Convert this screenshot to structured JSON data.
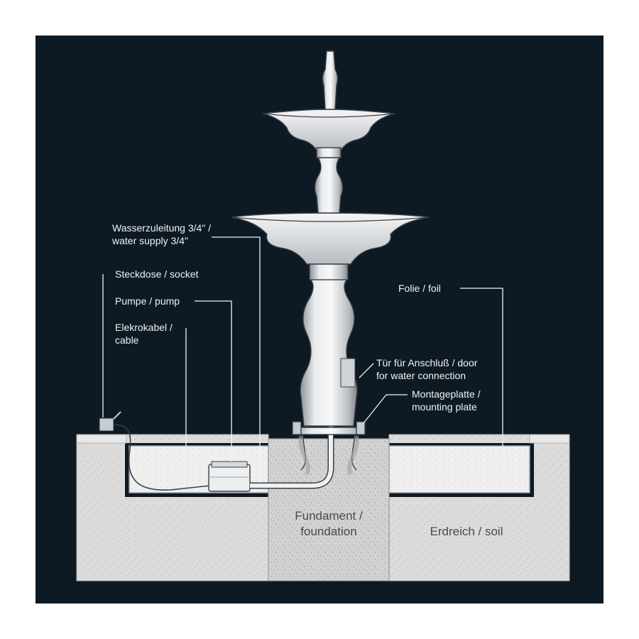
{
  "colors": {
    "background": "#0d1a24",
    "ground": "#d9d9d9",
    "gravel": "#eeeeee",
    "metal_light": "#e4e6e8",
    "metal_dark": "#9aa0a6",
    "label_text": "#f2f2f2",
    "inner_text": "#4a4a4a"
  },
  "labels": {
    "water_supply_1": "Wasserzuleitung 3/4\" /",
    "water_supply_2": "water supply 3/4\"",
    "socket": "Steckdose / socket",
    "pump": "Pumpe / pump",
    "cable_1": "Elekrokabel /",
    "cable_2": "cable",
    "foil": "Folie / foil",
    "door_1": "Tür für Anschluß / door",
    "door_2": "for water connection",
    "plate_1": "Montageplatte /",
    "plate_2": "mounting plate",
    "foundation_1": "Fundament /",
    "foundation_2": "foundation",
    "soil": "Erdreich / soil"
  }
}
